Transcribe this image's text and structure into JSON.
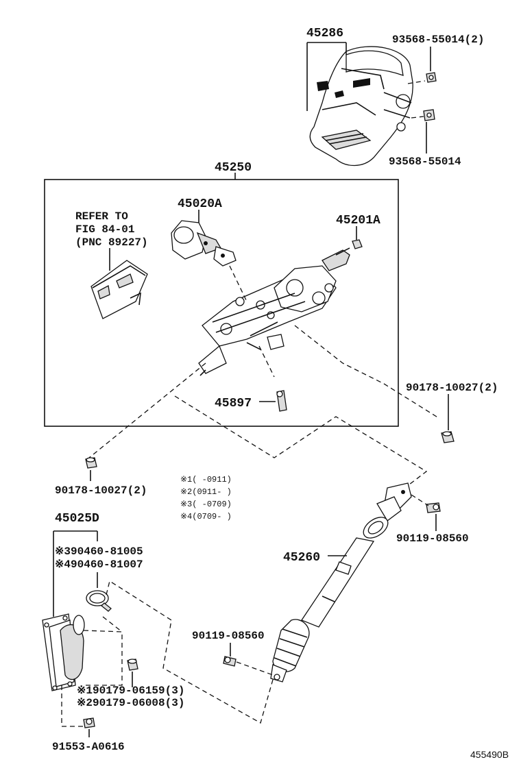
{
  "diagram_id": "455490B",
  "callouts": {
    "p45286": "45286",
    "p93568_2": "93568-55014(2)",
    "p93568": "93568-55014",
    "p45250": "45250",
    "refer_line1": "REFER TO",
    "refer_line2": "FIG 84-01",
    "refer_line3": "(PNC 89227)",
    "p45020A": "45020A",
    "p45201A": "45201A",
    "p90178_right": "90178-10027(2)",
    "p45897": "45897",
    "p90178_left": "90178-10027(2)",
    "p45025D": "45025D",
    "p90460_3": "※390460-81005",
    "p90460_4": "※490460-81007",
    "p45260": "45260",
    "p90119_right": "90119-08560",
    "p90119_left": "90119-08560",
    "p90179_1": "※190179-06159(3)",
    "p90179_2": "※290179-06008(3)",
    "p91553": "91553-A0616"
  },
  "notes": [
    "※1(   -0911)",
    "※2(0911-   )",
    "※3(   -0709)",
    "※4(0709-   )"
  ]
}
